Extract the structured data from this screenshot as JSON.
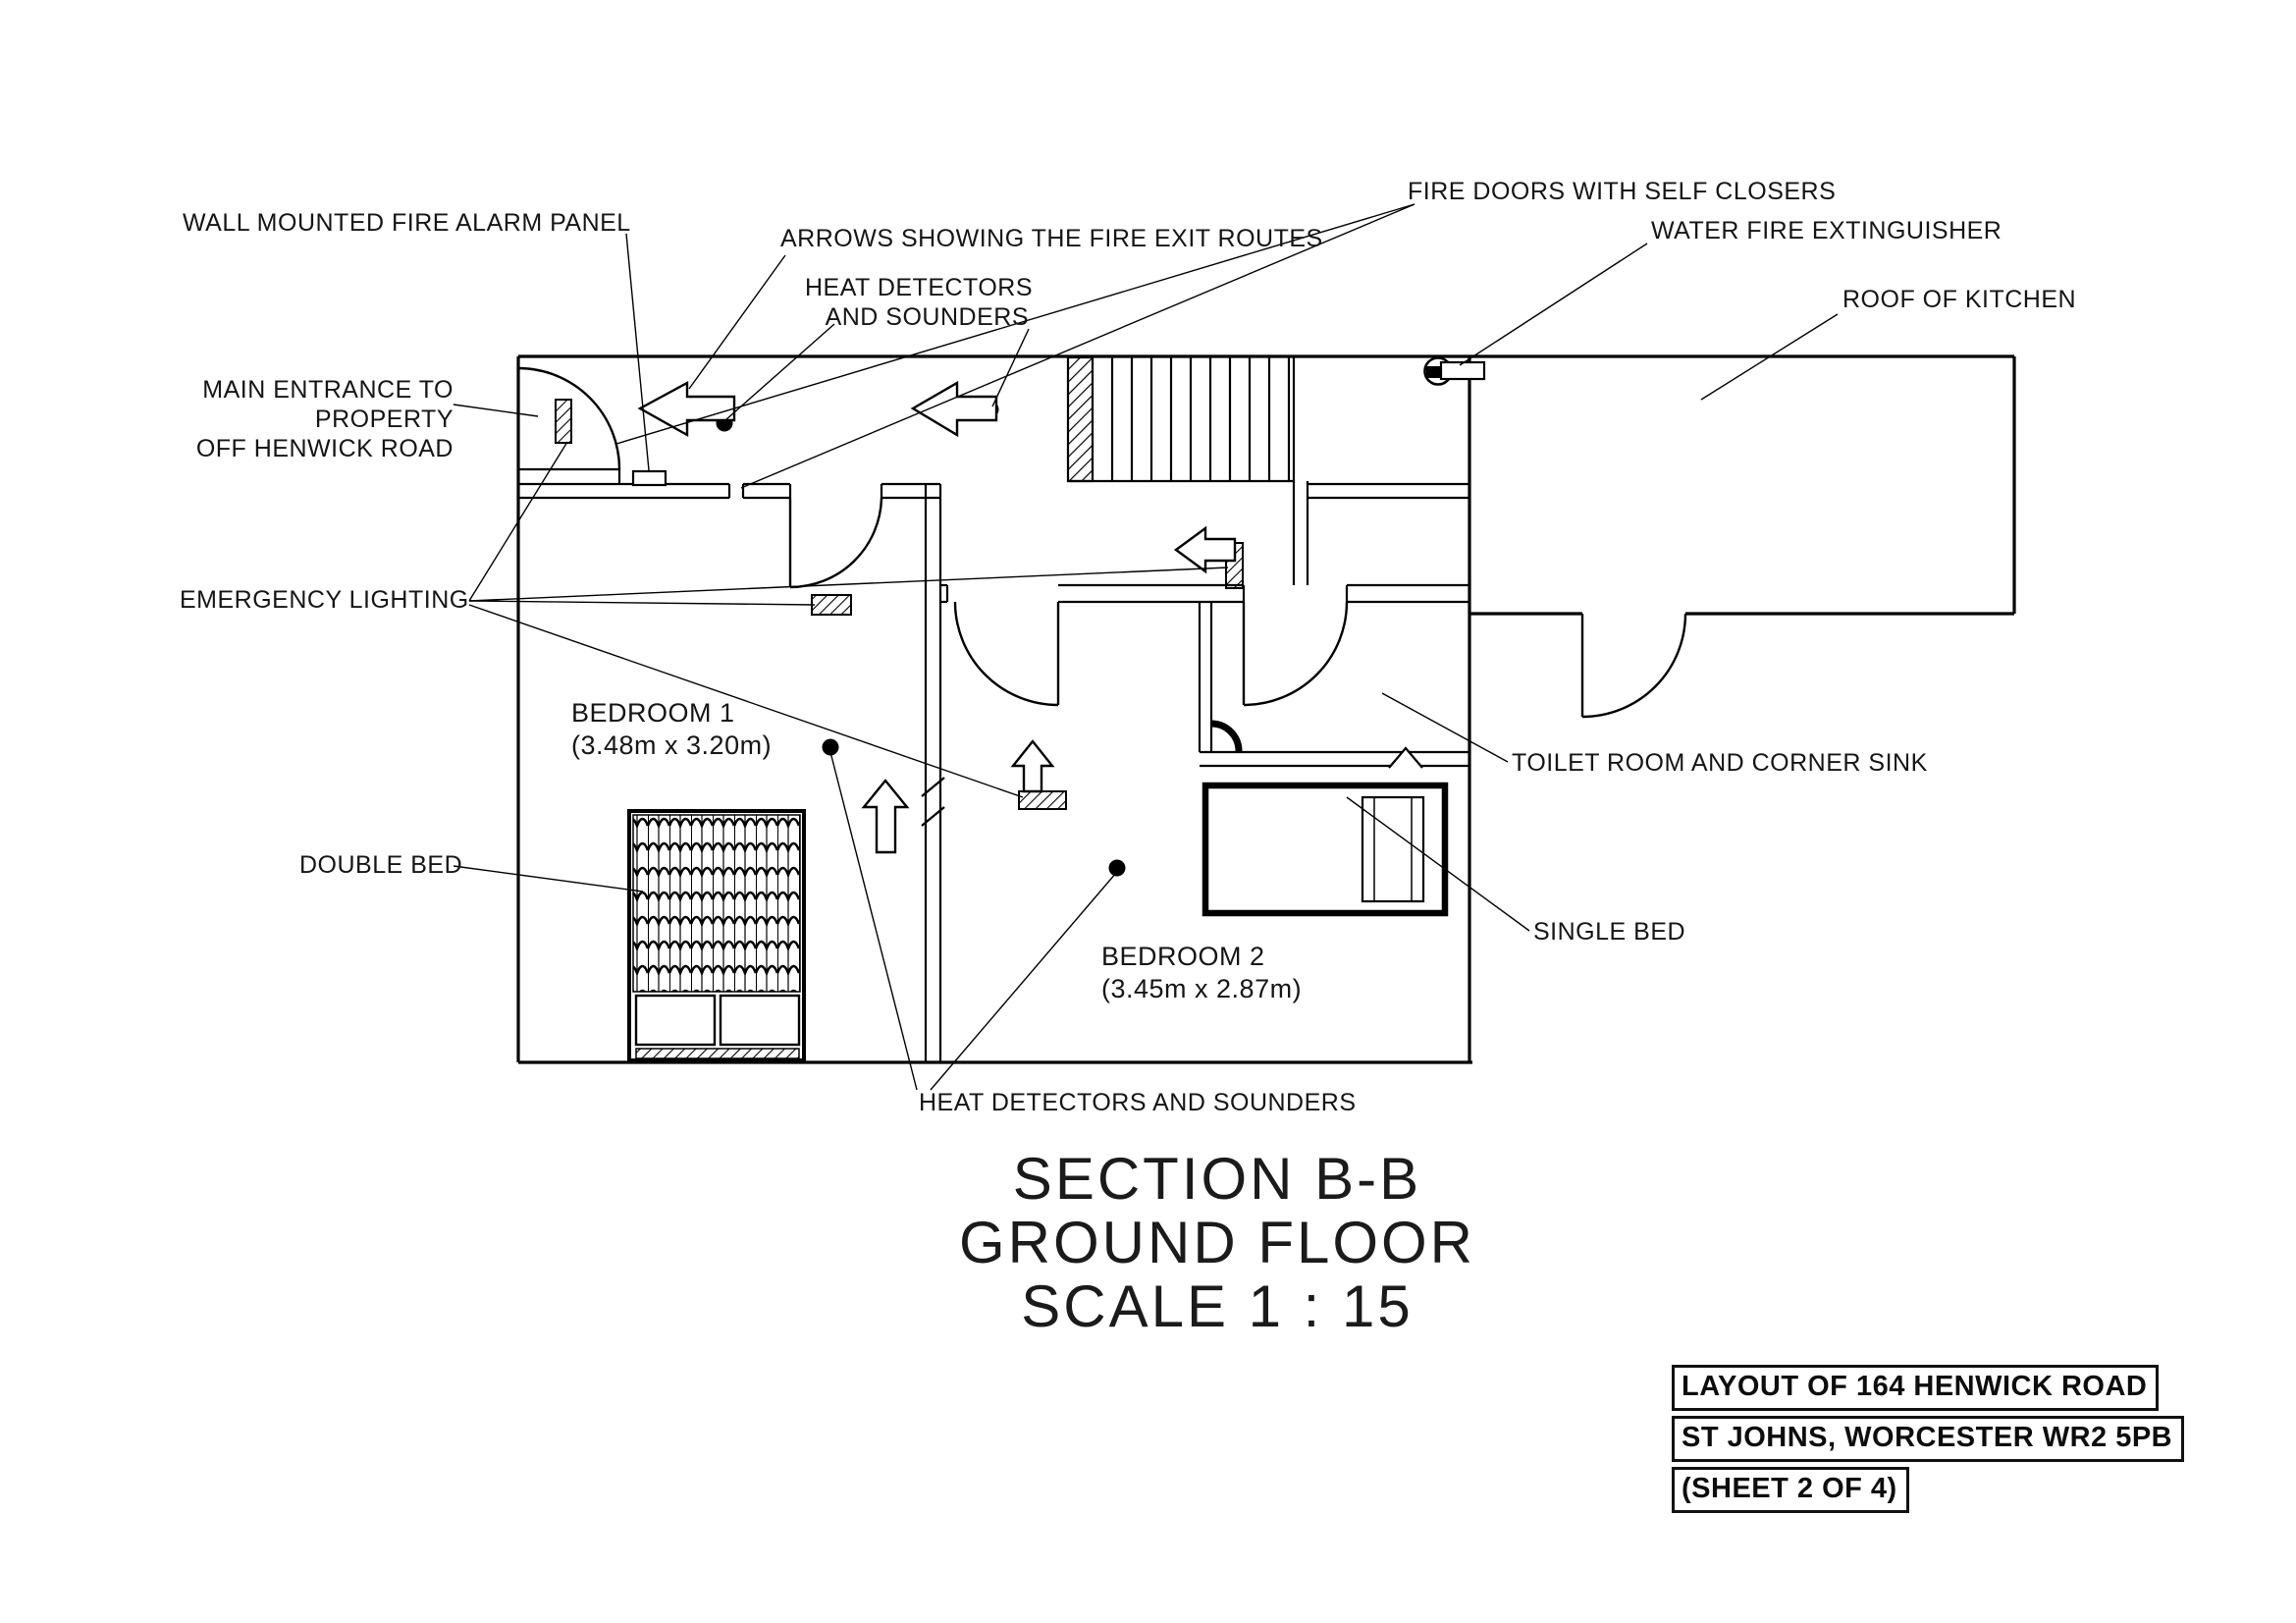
{
  "drawing": {
    "annotations": {
      "fire_alarm_panel": "WALL MOUNTED FIRE ALARM PANEL",
      "exit_arrows": "ARROWS SHOWING THE FIRE EXIT ROUTES",
      "heat_detectors_top_line1": "HEAT DETECTORS",
      "heat_detectors_top_line2": "AND SOUNDERS",
      "fire_doors": "FIRE DOORS WITH SELF CLOSERS",
      "water_extinguisher": "WATER FIRE EXTINGUISHER",
      "roof_of_kitchen": "ROOF OF KITCHEN",
      "main_entrance_line1": "MAIN ENTRANCE TO",
      "main_entrance_line2": "PROPERTY",
      "main_entrance_line3": "OFF HENWICK ROAD",
      "emergency_lighting": "EMERGENCY LIGHTING",
      "double_bed": "DOUBLE BED",
      "toilet_room": "TOILET ROOM AND CORNER SINK",
      "single_bed": "SINGLE BED",
      "heat_detectors_bottom": "HEAT DETECTORS AND SOUNDERS"
    },
    "rooms": {
      "bedroom1": {
        "name": "BEDROOM 1",
        "dimensions": "(3.48m x 3.20m)"
      },
      "bedroom2": {
        "name": "BEDROOM 2",
        "dimensions": "(3.45m x 2.87m)"
      }
    },
    "title": {
      "line1": "SECTION B-B",
      "line2": "GROUND FLOOR",
      "line3": "SCALE 1 : 15"
    },
    "sheet_info": {
      "line1": "LAYOUT OF 164 HENWICK ROAD",
      "line2": "ST JOHNS, WORCESTER WR2 5PB",
      "line3": "(SHEET 2 OF 4)"
    },
    "colors": {
      "line": "#000000",
      "background": "#ffffff"
    }
  }
}
